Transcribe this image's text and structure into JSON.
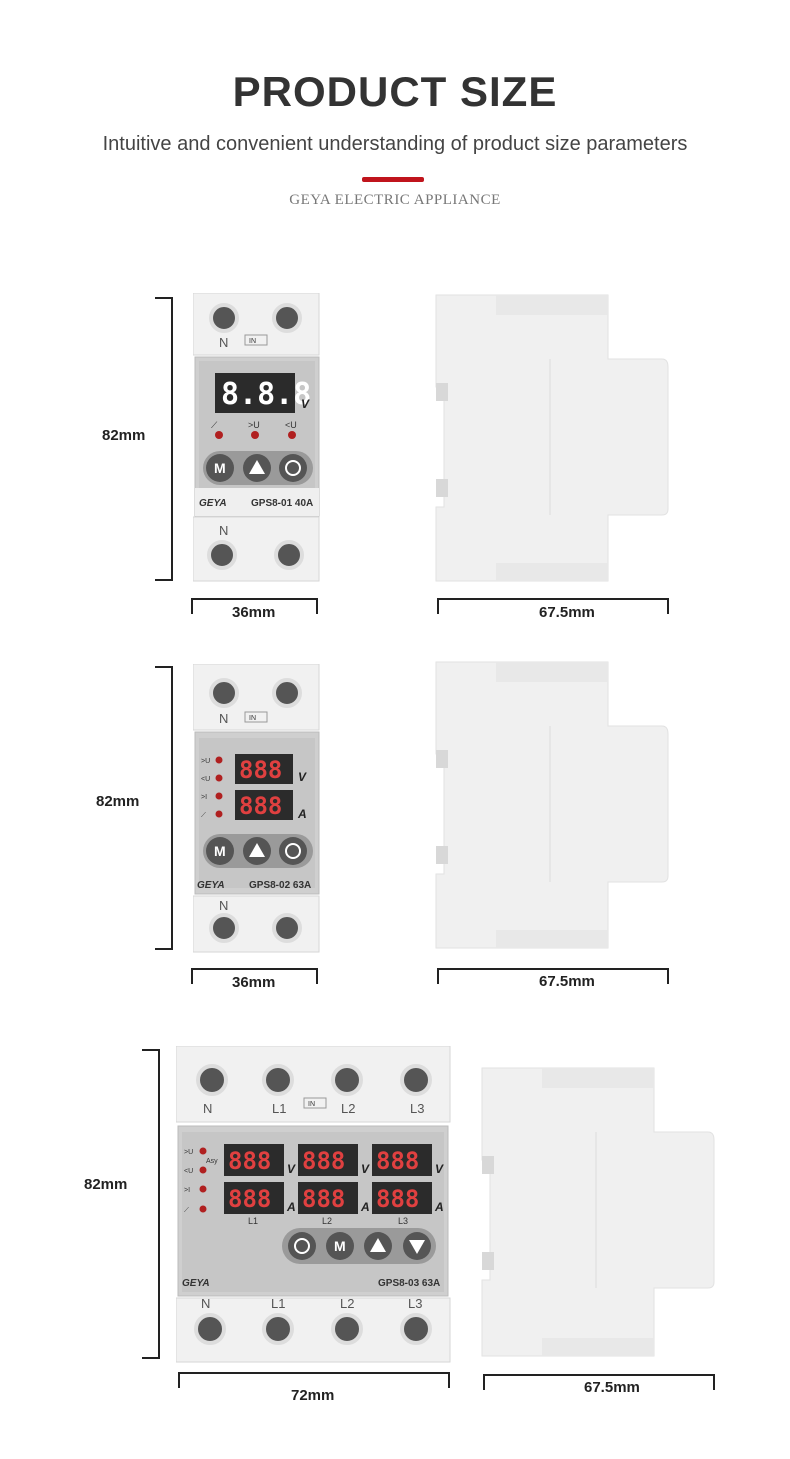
{
  "header": {
    "title": "PRODUCT SIZE",
    "subtitle": "Intuitive and convenient understanding of product size parameters",
    "brand": "GEYA ELECTRIC APPLIANCE"
  },
  "products": [
    {
      "height": "82mm",
      "width": "36mm",
      "depth": "67.5mm",
      "model": "GPS8-01 40A",
      "logo": "GEYA",
      "top_label": "N",
      "in_label": "IN",
      "bottom_label": "N",
      "display": "8.8.8",
      "unit": "V",
      "indicators": [
        "⟋",
        ">U",
        "<U"
      ],
      "buttons": [
        "M",
        "up-icon",
        "power-icon"
      ]
    },
    {
      "height": "82mm",
      "width": "36mm",
      "depth": "67.5mm",
      "model": "GPS8-02 63A",
      "logo": "GEYA",
      "top_label": "N",
      "in_label": "IN",
      "bottom_label": "N",
      "display_v": "888",
      "display_a": "888",
      "unit_v": "V",
      "unit_a": "A",
      "indicators": [
        ">U",
        "<U",
        ">I",
        "⟋"
      ],
      "buttons": [
        "M",
        "up-icon",
        "power-icon"
      ]
    },
    {
      "height": "82mm",
      "width": "72mm",
      "depth": "67.5mm",
      "model": "GPS8-03 63A",
      "logo": "GEYA",
      "top_labels": [
        "N",
        "L1",
        "L2",
        "L3"
      ],
      "in_label": "IN",
      "bottom_labels": [
        "N",
        "L1",
        "L2",
        "L3"
      ],
      "asy_label": "Asy",
      "channels": [
        "L1",
        "L2",
        "L3"
      ],
      "display": "888",
      "unit_v": "V",
      "unit_a": "A",
      "indicators": [
        ">U",
        "<U",
        ">I",
        "⟋"
      ],
      "buttons": [
        "power-icon",
        "M",
        "up-icon",
        "down-icon"
      ]
    }
  ]
}
